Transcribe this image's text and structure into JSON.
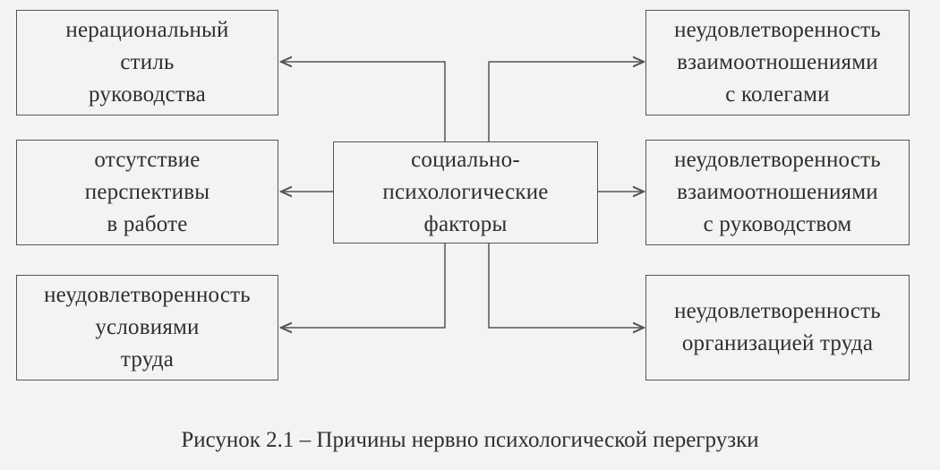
{
  "diagram": {
    "center": {
      "lines": [
        "социально-",
        "психологические",
        "факторы"
      ]
    },
    "left": [
      {
        "lines": [
          "нерациональный",
          "стиль",
          "руководства"
        ]
      },
      {
        "lines": [
          "отсутствие",
          "перспективы",
          "в работе"
        ]
      },
      {
        "lines": [
          "неудовлетворенность",
          "условиями",
          "труда"
        ]
      }
    ],
    "right": [
      {
        "lines": [
          "неудовлетворенность",
          "взаимоотношениями",
          "с колегами"
        ]
      },
      {
        "lines": [
          "неудовлетворенность",
          "взаимоотношениями",
          "с руководством"
        ]
      },
      {
        "lines": [
          "неудовлетворенность",
          "организацией труда"
        ]
      }
    ]
  },
  "caption": "Рисунок 2.1 – Причины нервно психологической перегрузки"
}
